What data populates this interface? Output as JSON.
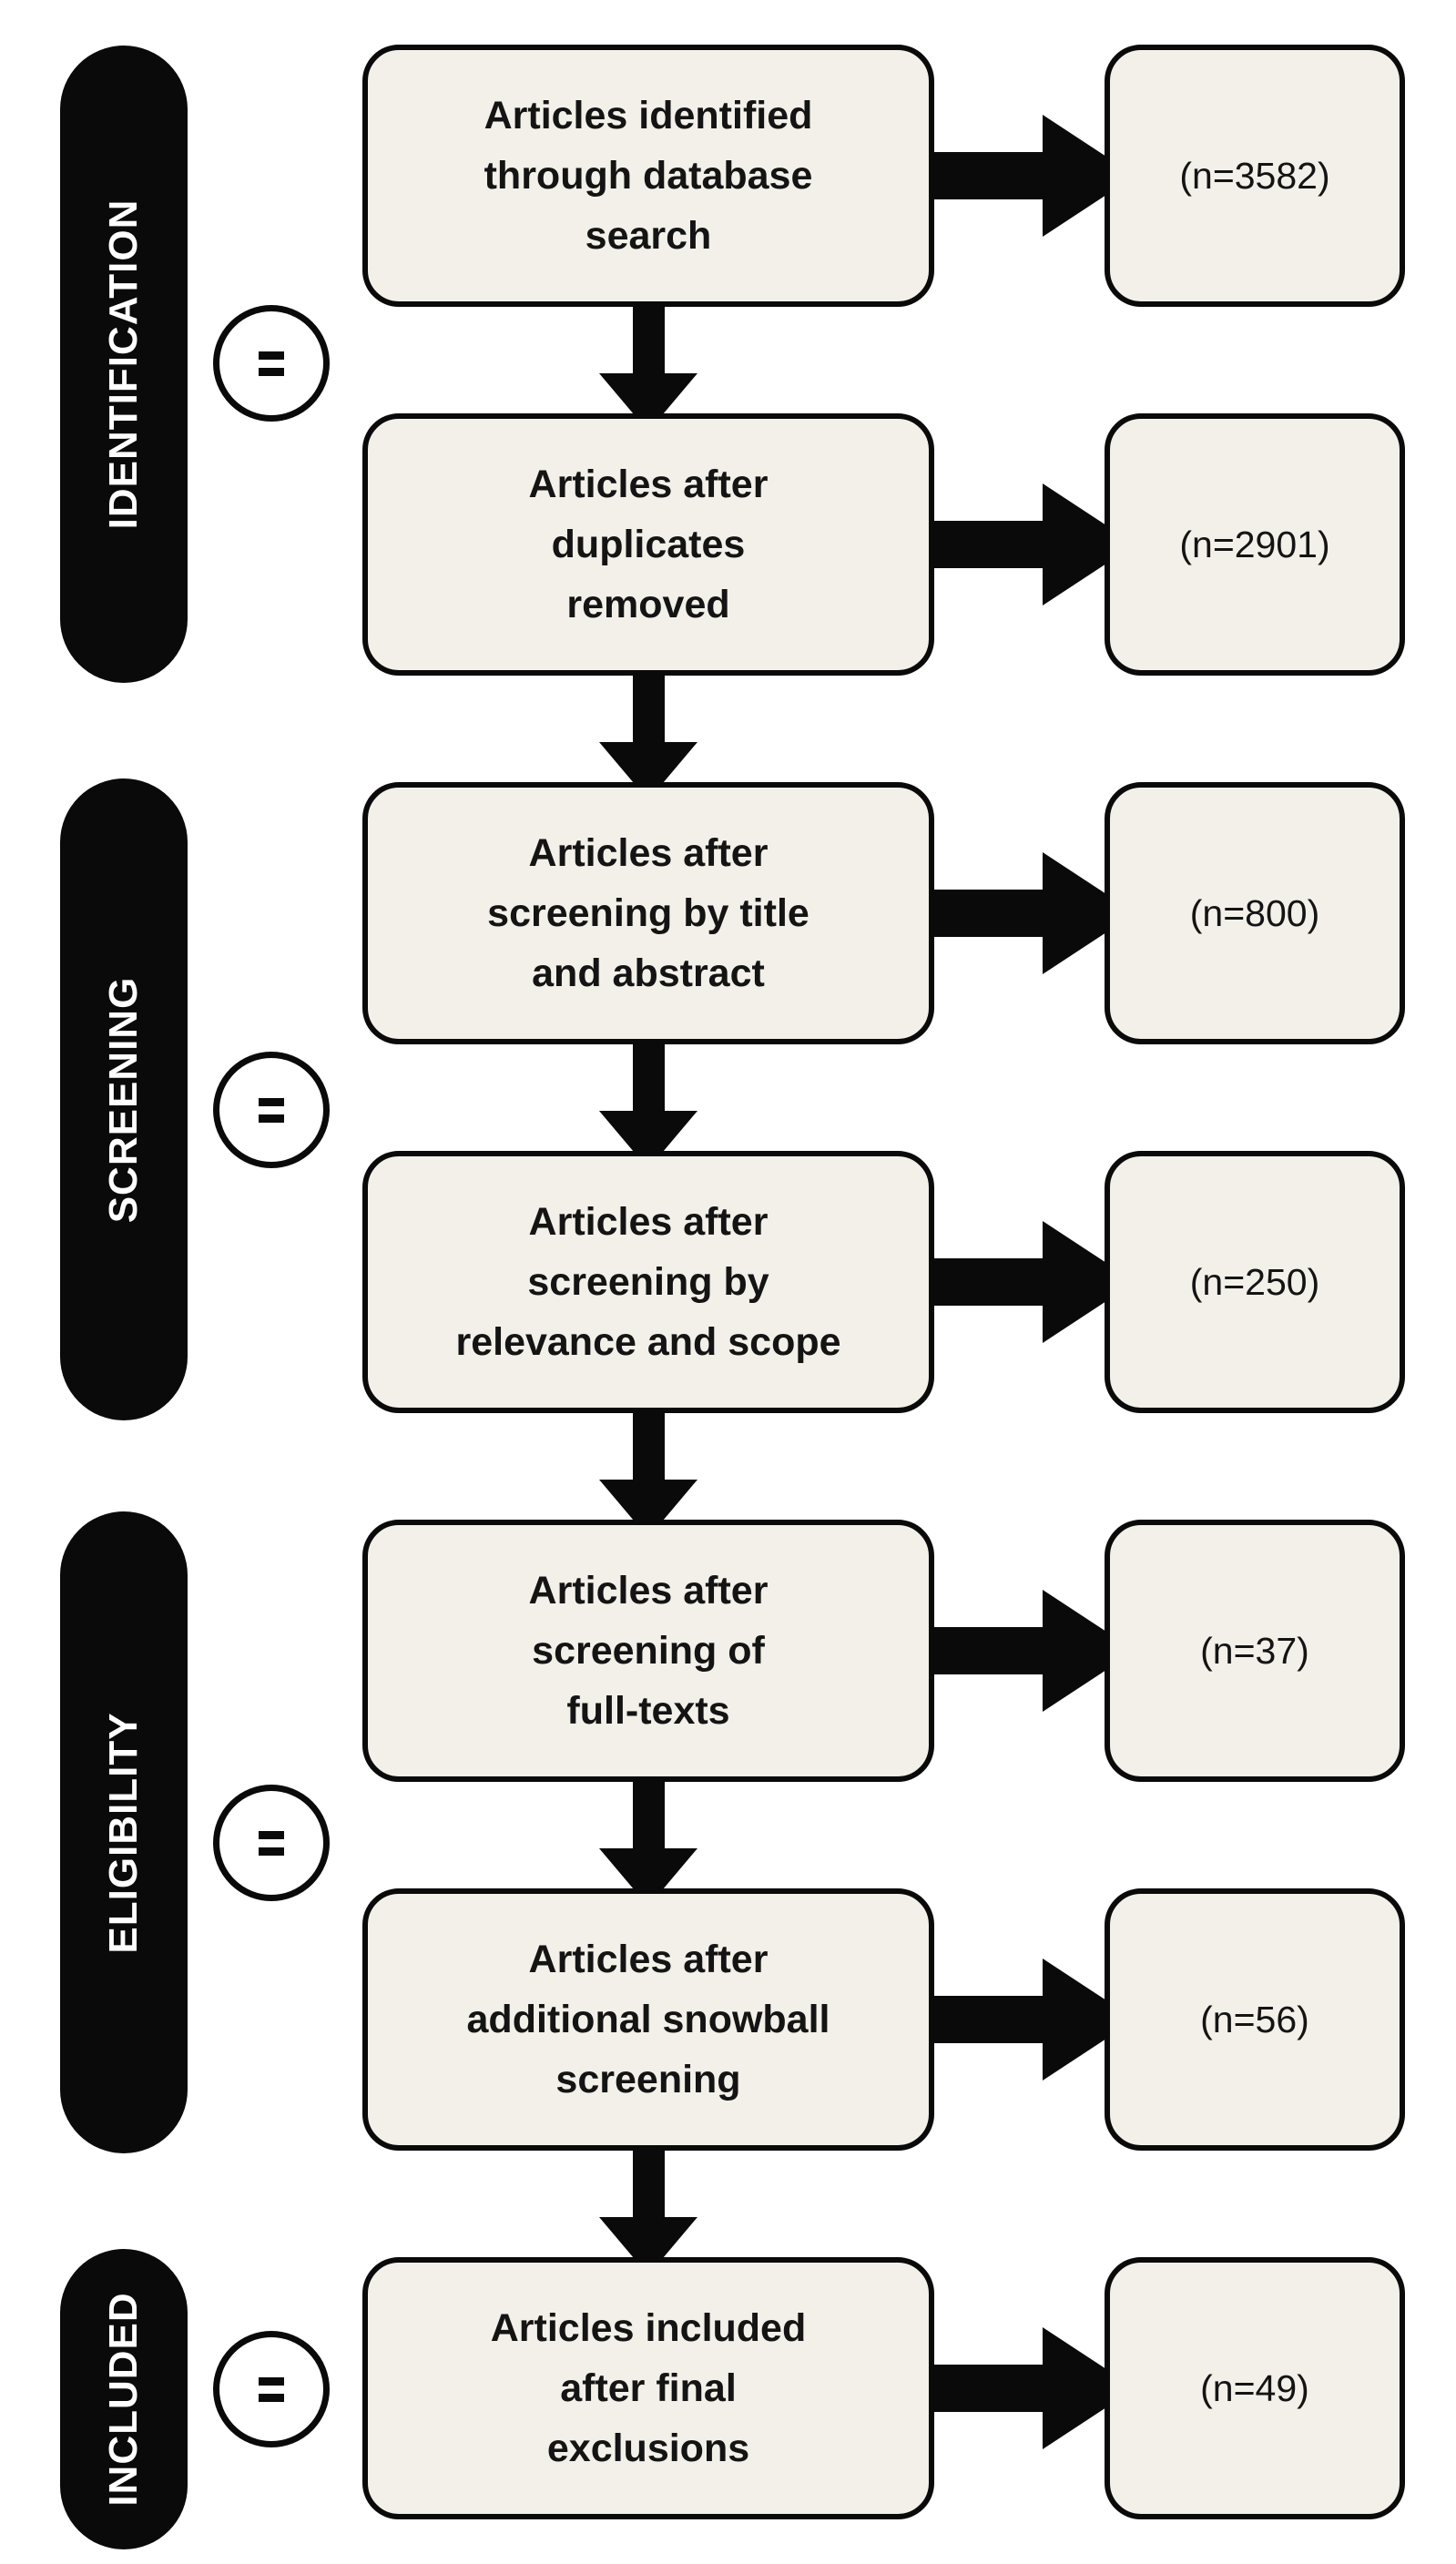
{
  "phases": [
    {
      "label": "IDENTIFICATION",
      "separator": "="
    },
    {
      "label": "SCREENING",
      "separator": "="
    },
    {
      "label": "ELIGIBILITY",
      "separator": "="
    },
    {
      "label": "INCLUDED",
      "separator": "="
    }
  ],
  "steps": [
    {
      "text": "Articles identified\nthrough database\nsearch",
      "count": "(n=3582)"
    },
    {
      "text": "Articles after\nduplicates\nremoved",
      "count": "(n=2901)"
    },
    {
      "text": "Articles after\nscreening by title\nand abstract",
      "count": "(n=800)"
    },
    {
      "text": "Articles after\nscreening by\nrelevance and scope",
      "count": "(n=250)"
    },
    {
      "text": "Articles after\nscreening of\nfull-texts",
      "count": "(n=37)"
    },
    {
      "text": "Articles after\nadditional snowball\nscreening",
      "count": "(n=56)"
    },
    {
      "text": "Articles included\nafter final\nexclusions",
      "count": "(n=49)"
    }
  ],
  "colors": {
    "box_fill": "#f3f0ea",
    "ink": "#0a0a0a",
    "background": "#ffffff"
  }
}
